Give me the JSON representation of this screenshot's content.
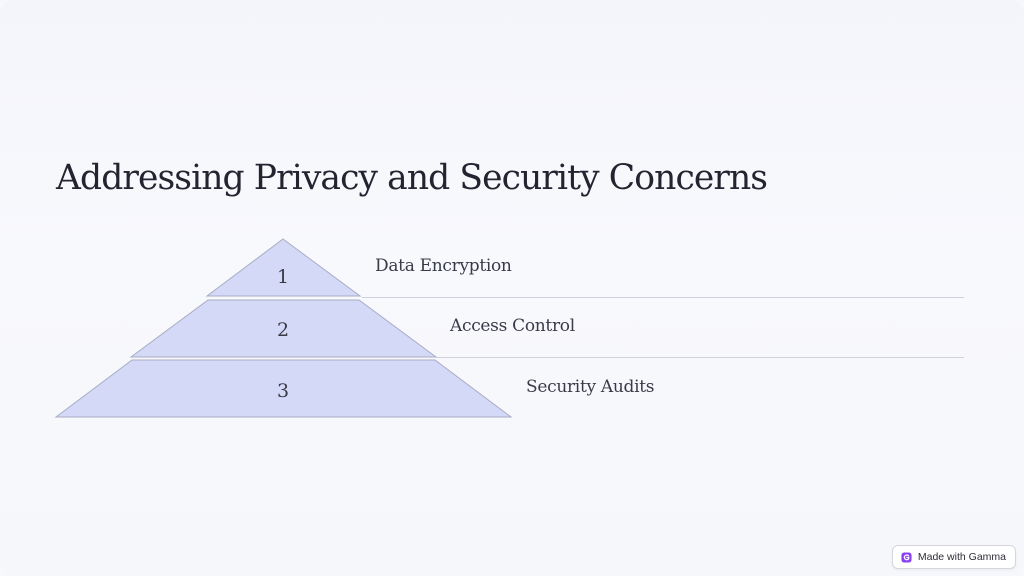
{
  "slide": {
    "title": "Addressing Privacy and Security Concerns"
  },
  "pyramid": {
    "layers": [
      {
        "number": "1",
        "label": "Data Encryption"
      },
      {
        "number": "2",
        "label": "Access Control"
      },
      {
        "number": "3",
        "label": "Security Audits"
      }
    ],
    "fill_color": "#d3d9f6",
    "stroke_color": "#a9acc4",
    "divider_color": "#cfd1dc"
  },
  "badge": {
    "label": "Made with Gamma",
    "icon": "gamma-logo-icon",
    "icon_color": "#8a3ff2"
  }
}
